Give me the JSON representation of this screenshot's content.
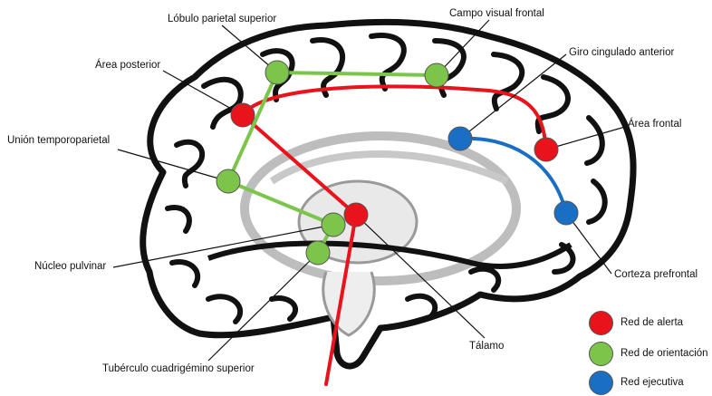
{
  "labels": {
    "lobulo_parietal_superior": "Lóbulo parietal superior",
    "campo_visual_frontal": "Campo visual frontal",
    "area_posterior": "Área posterior",
    "giro_cingulado_anterior": "Giro cingulado anterior",
    "union_temporoparietal": "Unión temporoparietal",
    "area_frontal": "Área frontal",
    "nucleo_pulvinar": "Núcleo pulvinar",
    "corteza_prefrontal": "Corteza prefrontal",
    "talamo": "Tálamo",
    "tuberculo_cuadrigemino_superior": "Tubérculo cuadrigémino superior"
  },
  "legend": [
    {
      "label": "Red de alerta",
      "color": "#e8131b"
    },
    {
      "label": "Red de orientación",
      "color": "#7cc54a"
    },
    {
      "label": "Red ejecutiva",
      "color": "#1a6fc4"
    }
  ],
  "colors": {
    "alerta": "#e8131b",
    "orientacion": "#7cc54a",
    "ejecutiva": "#1a6fc4",
    "outline": "#111111"
  }
}
